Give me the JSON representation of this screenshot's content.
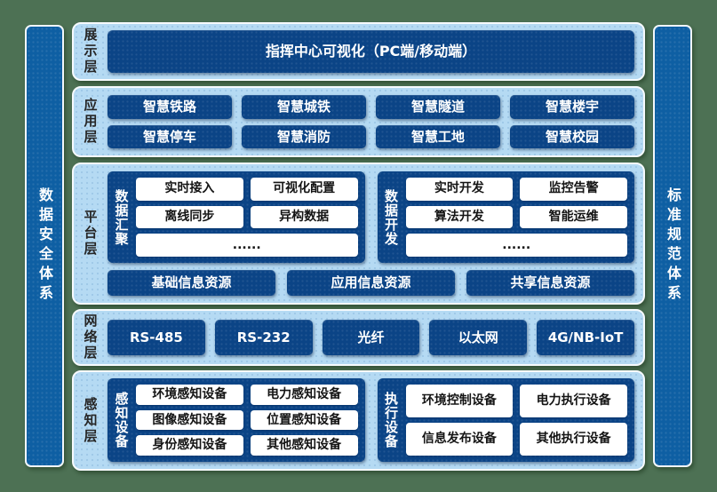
{
  "side_panels": {
    "left": "数据安全体系",
    "right": "标准规范体系"
  },
  "layers": {
    "display": {
      "label": "展示层",
      "box": "指挥中心可视化（PC端/移动端）"
    },
    "application": {
      "label": "应用层",
      "items": [
        "智慧铁路",
        "智慧城铁",
        "智慧隧道",
        "智慧楼宇",
        "智慧停车",
        "智慧消防",
        "智慧工地",
        "智慧校园"
      ]
    },
    "platform": {
      "label": "平台层",
      "groups": [
        {
          "label": "数据汇聚",
          "items": [
            "实时接入",
            "可视化配置",
            "离线同步",
            "异构数据"
          ],
          "more": "......"
        },
        {
          "label": "数据开发",
          "items": [
            "实时开发",
            "监控告警",
            "算法开发",
            "智能运维"
          ],
          "more": "......"
        }
      ],
      "resources": [
        "基础信息资源",
        "应用信息资源",
        "共享信息资源"
      ]
    },
    "network": {
      "label": "网络层",
      "items": [
        "RS-485",
        "RS-232",
        "光纤",
        "以太网",
        "4G/NB-IoT"
      ]
    },
    "perception": {
      "label": "感知层",
      "groups": [
        {
          "label": "感知设备",
          "items": [
            "环境感知设备",
            "电力感知设备",
            "图像感知设备",
            "位置感知设备",
            "身份感知设备",
            "其他感知设备"
          ]
        },
        {
          "label": "执行设备",
          "items": [
            "环境控制设备",
            "电力执行设备",
            "信息发布设备",
            "其他执行设备"
          ]
        }
      ]
    }
  },
  "colors": {
    "background_green": "#4d7154",
    "row_light_blue": "#b5daf3",
    "box_dark_blue": "#0b4486",
    "pillar_blue": "#0e5fa3",
    "white_box": "#ffffff"
  }
}
